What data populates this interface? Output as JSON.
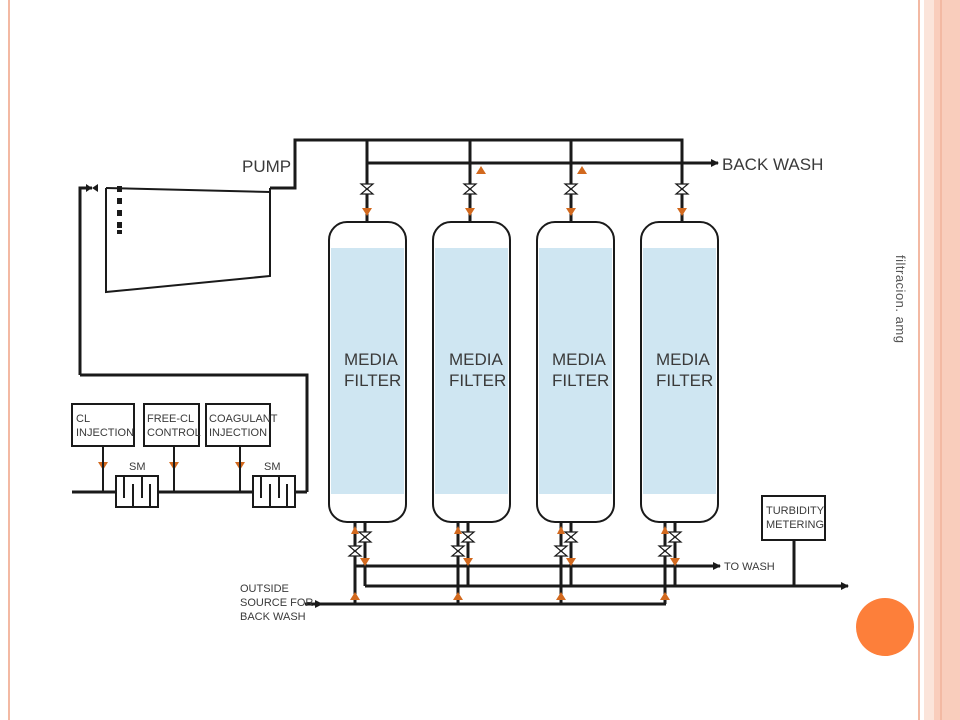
{
  "side_label": "filtracion. amg",
  "diagram": {
    "pump": "PUMP",
    "back_wash": "BACK WASH",
    "filters": [
      {
        "line1": "MEDIA",
        "line2": "FILTER"
      },
      {
        "line1": "MEDIA",
        "line2": "FILTER"
      },
      {
        "line1": "MEDIA",
        "line2": "FILTER"
      },
      {
        "line1": "MEDIA",
        "line2": "FILTER"
      }
    ],
    "boxes": {
      "cl_injection": {
        "line1": "CL",
        "line2": "INJECTION"
      },
      "free_cl_control": {
        "line1": "FREE-CL",
        "line2": "CONTROL"
      },
      "coagulant_injection": {
        "line1": "COAGULANT",
        "line2": "INJECTION"
      },
      "turbidity_metering": {
        "line1": "TURBIDITY",
        "line2": "METERING"
      }
    },
    "sm1": "SM",
    "sm2": "SM",
    "to_wash": "TO WASH",
    "outside_source": {
      "line1": "OUTSIDE",
      "line2": "SOURCE FOR",
      "line3": "BACK WASH"
    }
  },
  "colors": {
    "pipe": "#1a1a1a",
    "arrow": "#d2691e",
    "filter_fill": "#cfe6f2",
    "accent": "#fd7f3a"
  }
}
